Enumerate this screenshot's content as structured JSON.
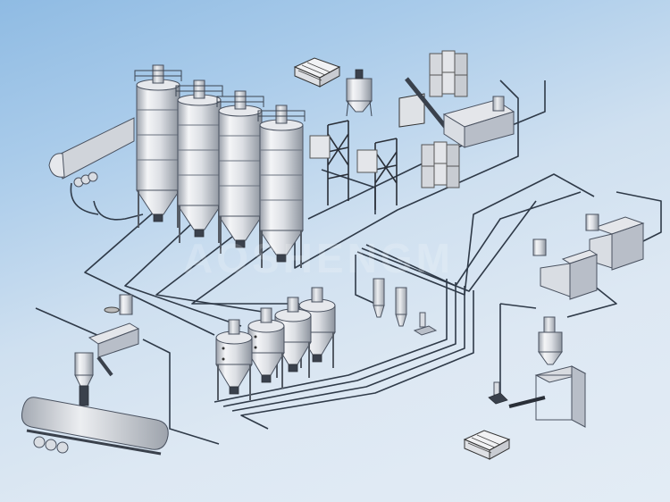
{
  "diagram": {
    "type": "industrial pneumatic conveying / powder handling system (isometric illustration)",
    "watermark": "AOSHENGM",
    "background": {
      "top_color": "#8fbbe3",
      "bottom_color": "#e3ecf5"
    },
    "components": [
      {
        "id": "bulk-tanker-unloading",
        "label": "Bulk tanker truck (unloading)"
      },
      {
        "id": "storage-silos",
        "label": "Storage silos",
        "count": 4
      },
      {
        "id": "bag-pallets",
        "label": "Palletized bags",
        "count": 2
      },
      {
        "id": "mixing-tank",
        "label": "Mixing tank"
      },
      {
        "id": "bag-dump-stations",
        "label": "Big-bag discharge stations",
        "count": 2
      },
      {
        "id": "jumbo-bag-screw-conveyor",
        "label": "Jumbo bag with screw conveyor"
      },
      {
        "id": "ton-bag-stacks",
        "label": "Stacked ton bags",
        "count": 2
      },
      {
        "id": "extruder-line-top",
        "label": "Compounding / extrusion line"
      },
      {
        "id": "processing-machines",
        "label": "Processing machines with control cabinets",
        "count": 2
      },
      {
        "id": "intermediate-hoppers",
        "label": "Intermediate weighing hoppers",
        "count": 4
      },
      {
        "id": "vacuum-receivers",
        "label": "Vacuum receivers",
        "count": 2
      },
      {
        "id": "vacuum-pump",
        "label": "Vacuum pump unit"
      },
      {
        "id": "packing-machine",
        "label": "Automatic packing machine"
      },
      {
        "id": "extruder-line-left",
        "label": "Extrusion line with feeders"
      },
      {
        "id": "bulk-tanker-loading",
        "label": "Bulk tanker truck (loading)"
      }
    ]
  }
}
